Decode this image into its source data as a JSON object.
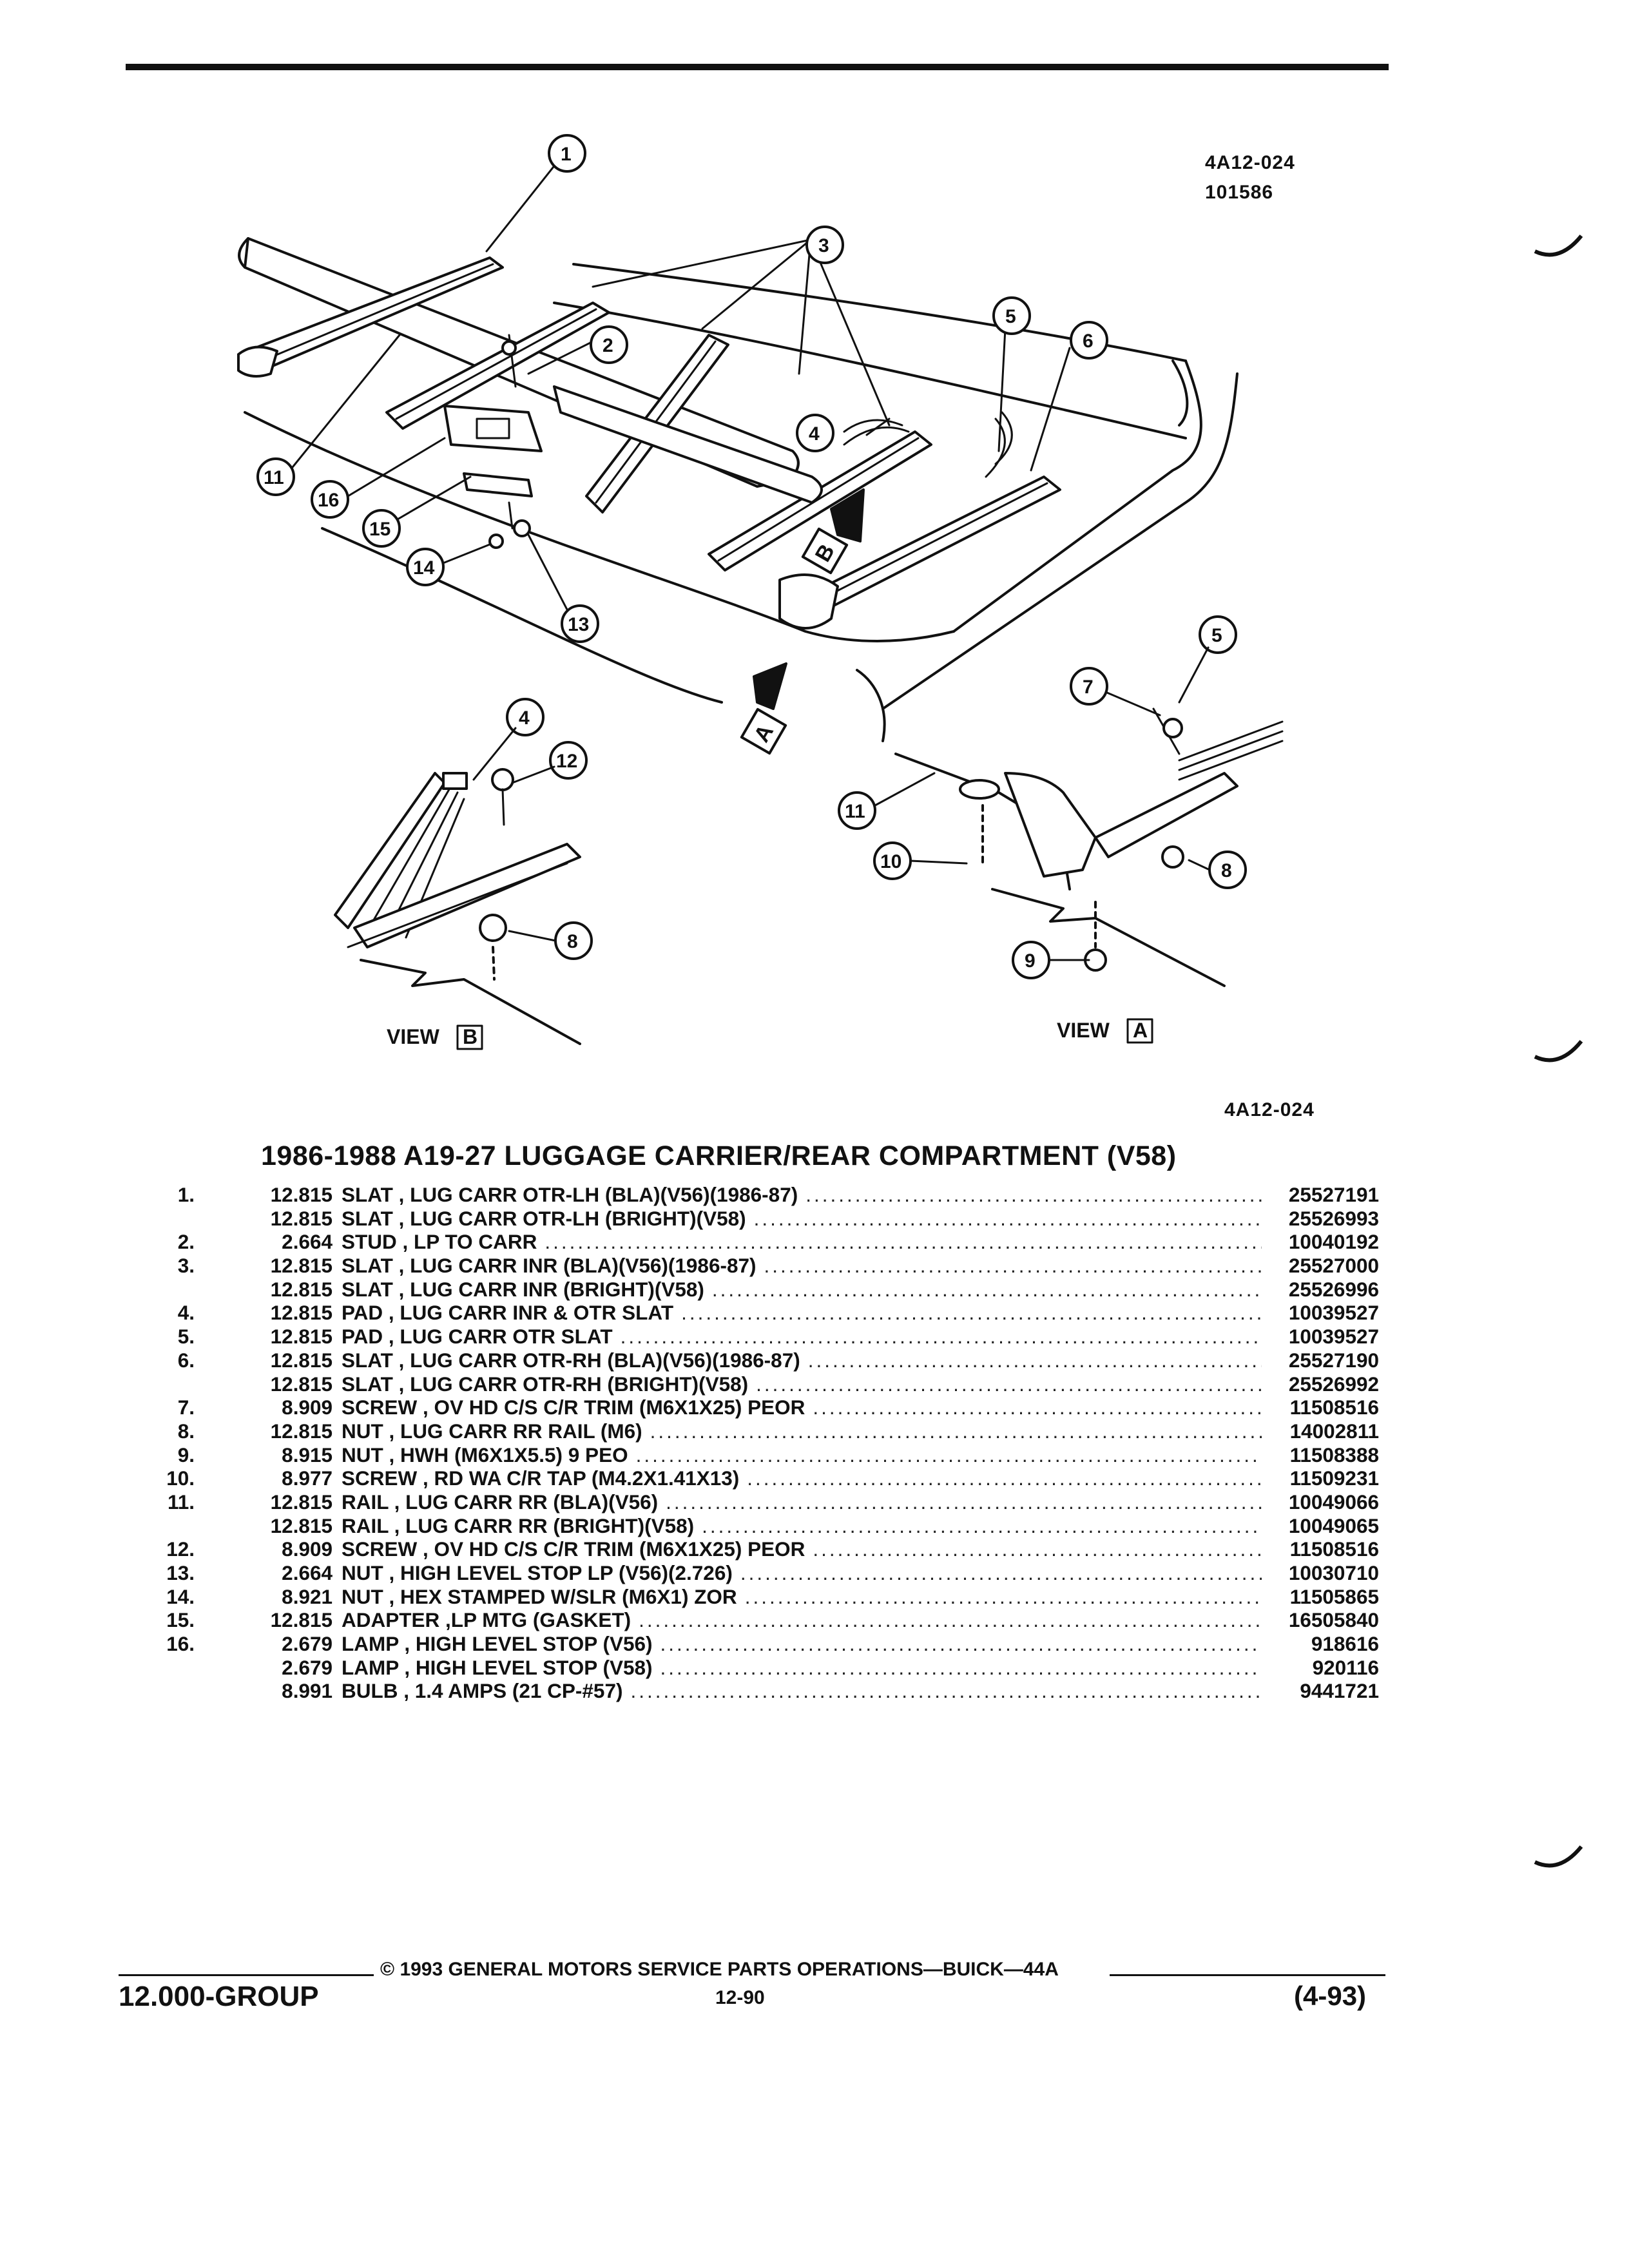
{
  "figure": {
    "code_top": "4A12-024",
    "date_code": "101586",
    "code_bottom": "4A12-024",
    "callouts": [
      "1",
      "2",
      "3",
      "4",
      "5",
      "6",
      "7",
      "8",
      "9",
      "10",
      "11",
      "12",
      "13",
      "14",
      "15",
      "16"
    ],
    "view_labels": {
      "b": "VIEW",
      "b_letter": "B",
      "a": "VIEW",
      "a_letter": "A"
    },
    "arrow_letters": {
      "a": "A",
      "b": "B"
    }
  },
  "title": "1986-1988 A19-27 LUGGAGE CARRIER/REAR COMPARTMENT (V58)",
  "parts": [
    {
      "idx": "1.",
      "group": "12.815",
      "desc": "SLAT , LUG CARR OTR-LH (BLA)(V56)(1986-87)",
      "pn": "25527191"
    },
    {
      "idx": "",
      "group": "12.815",
      "desc": "SLAT , LUG CARR OTR-LH (BRIGHT)(V58)",
      "pn": "25526993"
    },
    {
      "idx": "2.",
      "group": "2.664",
      "desc": "STUD , LP TO CARR",
      "pn": "10040192"
    },
    {
      "idx": "3.",
      "group": "12.815",
      "desc": "SLAT , LUG CARR INR (BLA)(V56)(1986-87)",
      "pn": "25527000"
    },
    {
      "idx": "",
      "group": "12.815",
      "desc": "SLAT , LUG CARR INR (BRIGHT)(V58)",
      "pn": "25526996"
    },
    {
      "idx": "4.",
      "group": "12.815",
      "desc": "PAD , LUG CARR INR & OTR SLAT",
      "pn": "10039527"
    },
    {
      "idx": "5.",
      "group": "12.815",
      "desc": "PAD , LUG CARR OTR SLAT",
      "pn": "10039527"
    },
    {
      "idx": "6.",
      "group": "12.815",
      "desc": "SLAT , LUG CARR OTR-RH (BLA)(V56)(1986-87)",
      "pn": "25527190"
    },
    {
      "idx": "",
      "group": "12.815",
      "desc": "SLAT , LUG CARR OTR-RH (BRIGHT)(V58)",
      "pn": "25526992"
    },
    {
      "idx": "7.",
      "group": "8.909",
      "desc": "SCREW , OV HD C/S C/R TRIM (M6X1X25) PEOR",
      "pn": "11508516"
    },
    {
      "idx": "8.",
      "group": "12.815",
      "desc": "NUT , LUG CARR RR RAIL (M6)",
      "pn": "14002811"
    },
    {
      "idx": "9.",
      "group": "8.915",
      "desc": "NUT , HWH (M6X1X5.5) 9 PEO",
      "pn": "11508388"
    },
    {
      "idx": "10.",
      "group": "8.977",
      "desc": "SCREW , RD WA C/R TAP (M4.2X1.41X13)",
      "pn": "11509231"
    },
    {
      "idx": "11.",
      "group": "12.815",
      "desc": "RAIL , LUG CARR RR (BLA)(V56)",
      "pn": "10049066"
    },
    {
      "idx": "",
      "group": "12.815",
      "desc": "RAIL , LUG CARR RR (BRIGHT)(V58)",
      "pn": "10049065"
    },
    {
      "idx": "12.",
      "group": "8.909",
      "desc": "SCREW , OV HD C/S C/R TRIM (M6X1X25) PEOR",
      "pn": "11508516"
    },
    {
      "idx": "13.",
      "group": "2.664",
      "desc": "NUT , HIGH LEVEL STOP LP (V56)(2.726)",
      "pn": "10030710"
    },
    {
      "idx": "14.",
      "group": "8.921",
      "desc": "NUT , HEX STAMPED W/SLR (M6X1) ZOR",
      "pn": "11505865"
    },
    {
      "idx": "15.",
      "group": "12.815",
      "desc": "ADAPTER ,LP MTG (GASKET)",
      "pn": "16505840"
    },
    {
      "idx": "16.",
      "group": "2.679",
      "desc": "LAMP , HIGH LEVEL STOP (V56)",
      "pn": "918616"
    },
    {
      "idx": "",
      "group": "2.679",
      "desc": "LAMP , HIGH LEVEL STOP (V58)",
      "pn": "920116"
    },
    {
      "idx": "",
      "group": "8.991",
      "desc": "BULB , 1.4 AMPS (21 CP-#57)",
      "pn": "9441721"
    }
  ],
  "footer": {
    "copyright": "© 1993 GENERAL MOTORS SERVICE PARTS OPERATIONS—BUICK—44A",
    "group": "12.000-GROUP",
    "page": "12-90",
    "date": "(4-93)"
  }
}
